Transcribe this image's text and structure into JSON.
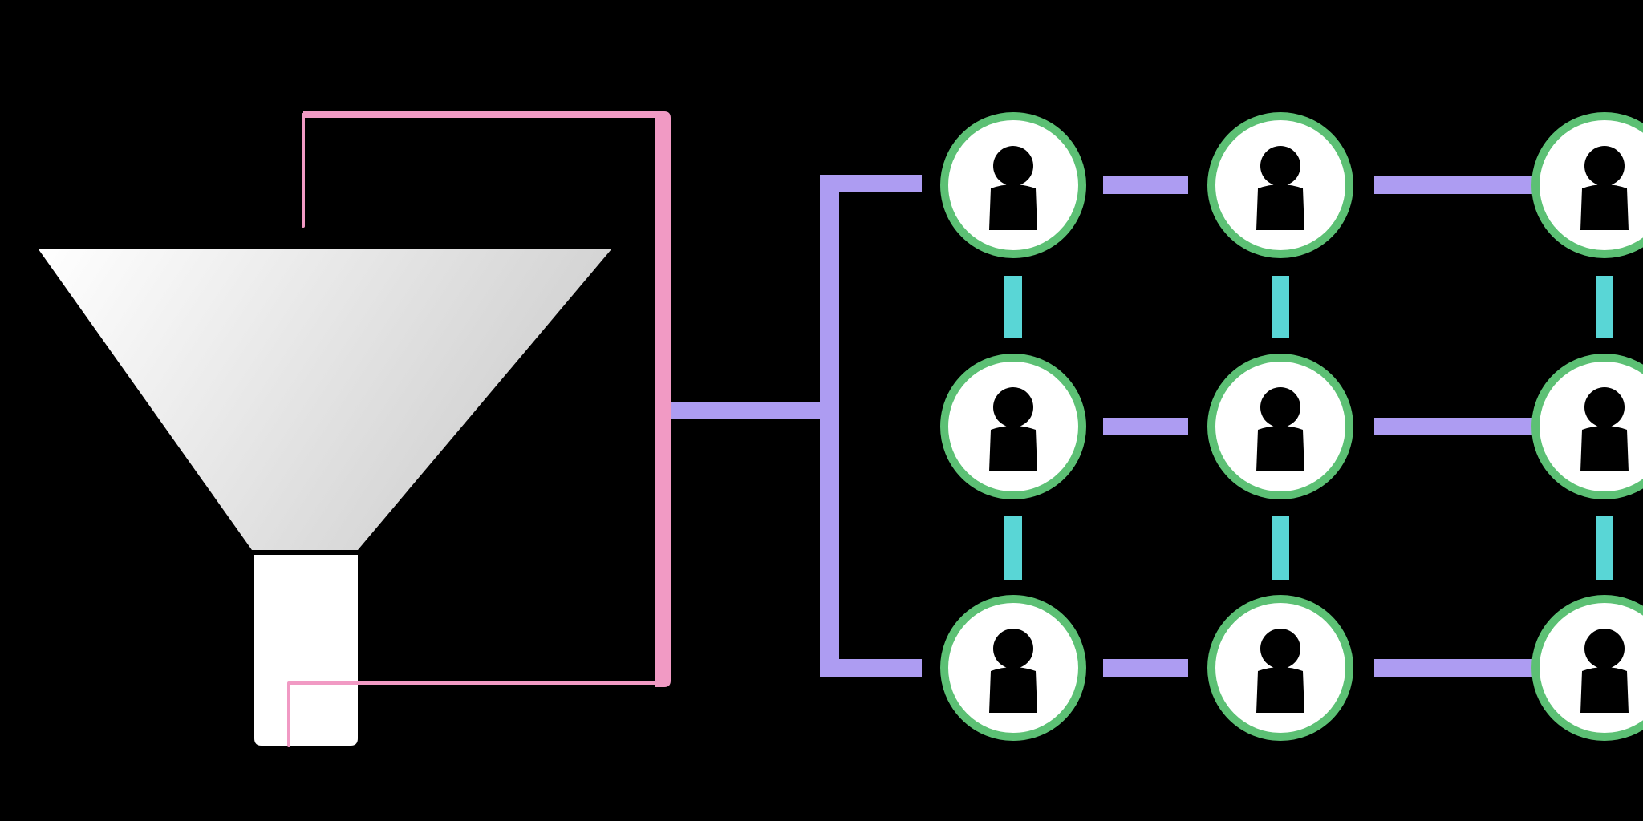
{
  "diagram": {
    "background_color": "#000000",
    "colors": {
      "funnel_light": "#ffffff",
      "funnel_dark": "#cfcfcf",
      "feedback_loop": "#f19ac4",
      "horizontal_link": "#ad9cf2",
      "vertical_link": "#59d6d6",
      "node_ring": "#5cc074",
      "node_fill": "#ffffff",
      "person_icon": "#000000"
    },
    "funnel": {
      "icon": "funnel-icon"
    },
    "feedback_loop": {
      "icon": "loop-arrow"
    },
    "network": {
      "rows": 3,
      "columns": 3,
      "node_icon": "person-icon",
      "nodes": [
        {
          "row": 1,
          "column": 1
        },
        {
          "row": 1,
          "column": 2
        },
        {
          "row": 1,
          "column": 3
        },
        {
          "row": 2,
          "column": 1
        },
        {
          "row": 2,
          "column": 2
        },
        {
          "row": 2,
          "column": 3
        },
        {
          "row": 3,
          "column": 1
        },
        {
          "row": 3,
          "column": 2
        },
        {
          "row": 3,
          "column": 3
        }
      ]
    }
  }
}
